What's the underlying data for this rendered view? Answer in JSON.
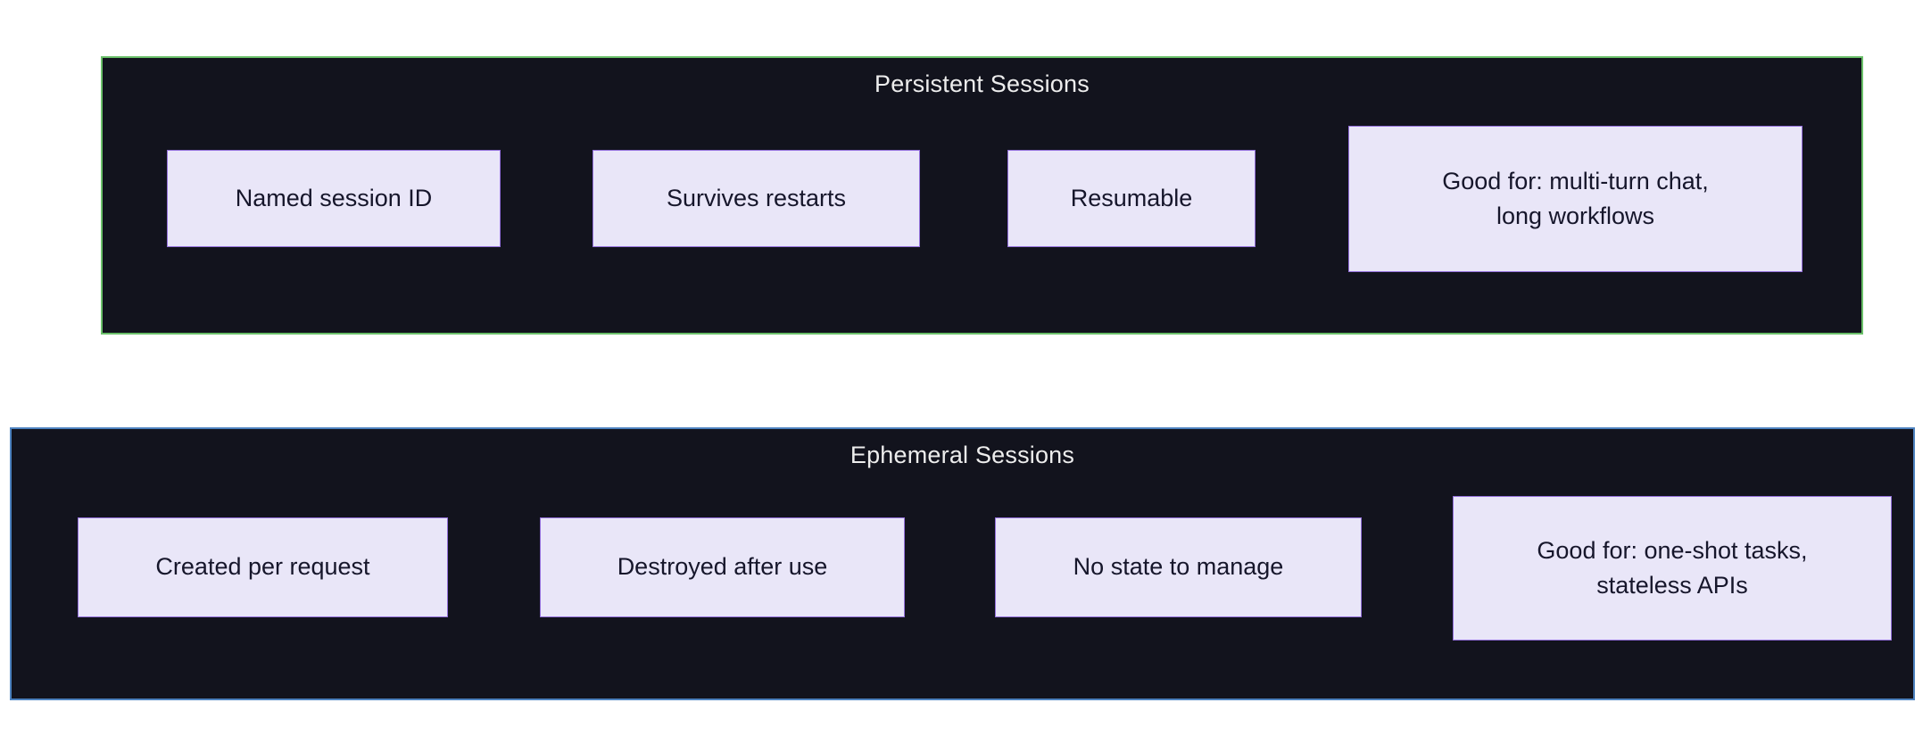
{
  "diagram": {
    "colors": {
      "container_fill": "#12131d",
      "persistent_border": "#6abf69",
      "ephemeral_border": "#4d82bf",
      "node_fill": "#e9e6f8",
      "node_border": "#9370db",
      "title_text": "#ededed",
      "node_text": "#16162b",
      "page_background": "#ffffff"
    },
    "persistent": {
      "title": "Persistent Sessions",
      "nodes": [
        {
          "label": "Named session ID"
        },
        {
          "label": "Survives restarts"
        },
        {
          "label": "Resumable"
        },
        {
          "label": "Good for: multi-turn chat,\nlong workflows"
        }
      ]
    },
    "ephemeral": {
      "title": "Ephemeral Sessions",
      "nodes": [
        {
          "label": "Created per request"
        },
        {
          "label": "Destroyed after use"
        },
        {
          "label": "No state to manage"
        },
        {
          "label": "Good for: one-shot tasks,\nstateless APIs"
        }
      ]
    }
  }
}
